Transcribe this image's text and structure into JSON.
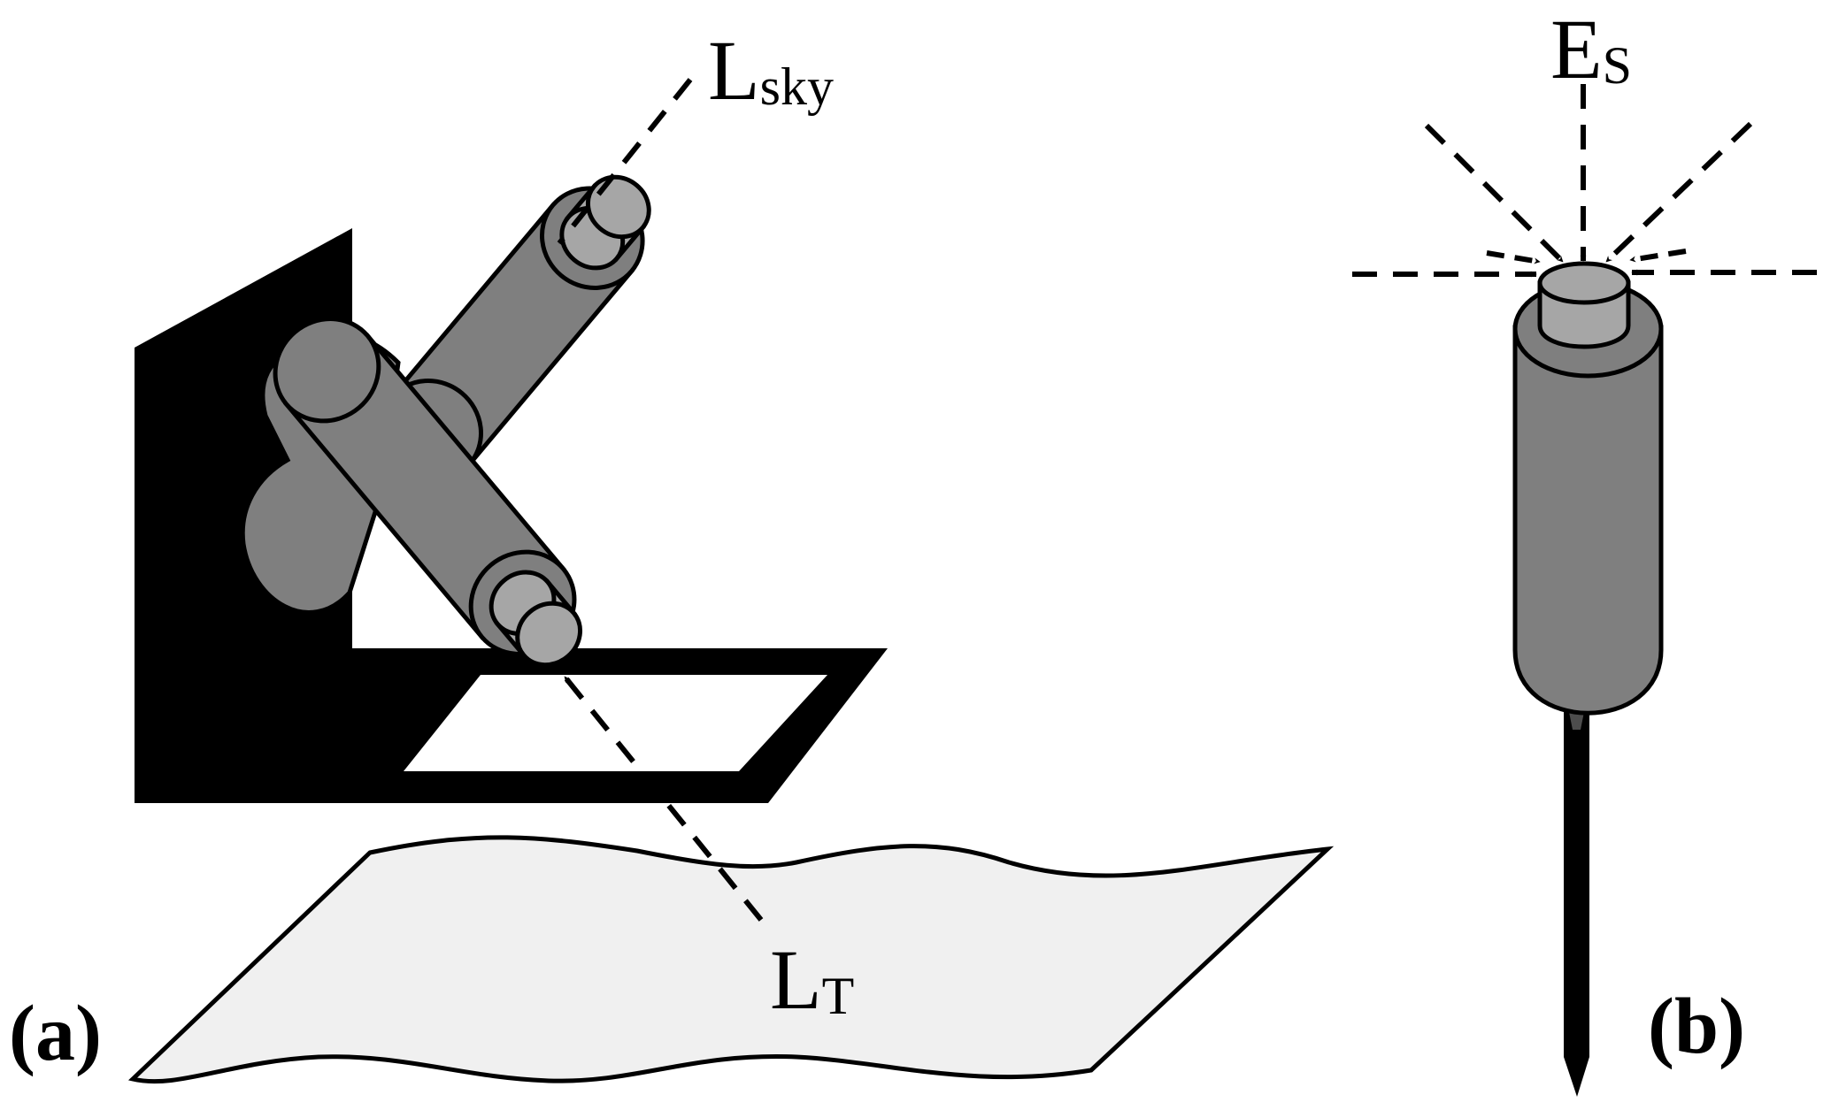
{
  "panel_a": {
    "tag": "(a)",
    "sky_label": {
      "main": "L",
      "sub": "sky"
    },
    "target_label": {
      "main": "L",
      "sub": "T"
    }
  },
  "panel_b": {
    "tag": "(b)",
    "irradiance_label": {
      "main": "E",
      "sub": "S"
    }
  },
  "colors": {
    "instrument_gray": "#7f7f7f",
    "cap_gray": "#a6a6a6",
    "surface_fill": "#f0f0f0",
    "stroke": "#000000"
  }
}
